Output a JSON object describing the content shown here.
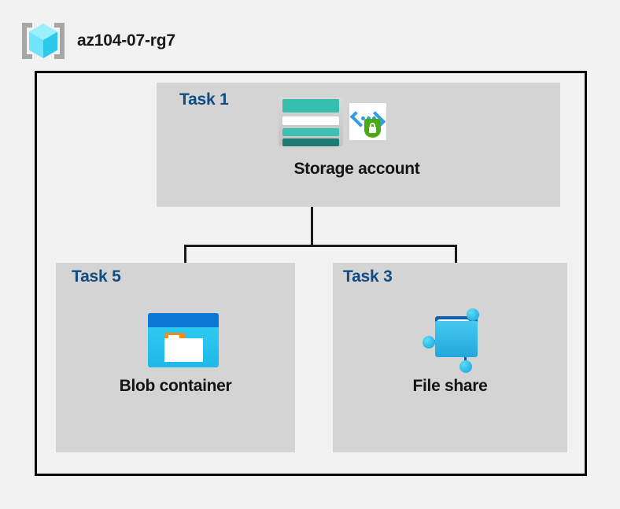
{
  "header": {
    "resource_group_icon": "resource-group-cube-icon",
    "title": "az104-07-rg7"
  },
  "diagram": {
    "frame_name": "resource-group-boundary",
    "nodes": [
      {
        "id": "task-1",
        "task_label": "Task 1",
        "caption": "Storage account",
        "icons": [
          "storage-account-icon",
          "storage-encryption-icon"
        ]
      },
      {
        "id": "task-5",
        "task_label": "Task 5",
        "caption": "Blob container",
        "icons": [
          "blob-container-icon"
        ]
      },
      {
        "id": "task-3",
        "task_label": "Task 3",
        "caption": "File share",
        "icons": [
          "file-share-icon"
        ]
      }
    ],
    "connectors": [
      {
        "name": "storage-to-blob-container",
        "from": "task-1",
        "to": "task-5"
      },
      {
        "name": "storage-to-file-share",
        "from": "task-1",
        "to": "task-3"
      }
    ]
  },
  "colors": {
    "background": "#f2f2f2",
    "box_fill": "#d4d4d4",
    "frame_stroke": "#000000",
    "task_label": "#0f4c81",
    "caption": "#141414",
    "connector": "#1a1a1a",
    "cube_cyan": "#4fd8f5",
    "storage_teal": "#36bfae",
    "blob_blue": "#0a78d4",
    "shield_green": "#4aa916"
  }
}
